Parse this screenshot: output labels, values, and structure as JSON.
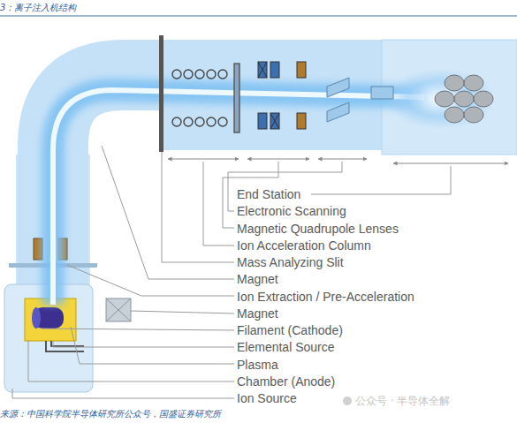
{
  "diagram": {
    "title": "3：离子注入机结构",
    "caption": "来源：中国科学院半导体研究所公众号，国盛证券研究所",
    "labels": [
      "End Station",
      "Electronic Scanning",
      "Magnetic Quadrupole Lenses",
      "Ion Acceleration Column",
      "Mass Analyzing Slit",
      "Magnet",
      "Ion Extraction / Pre-Acceleration",
      "Magnet",
      "Filament (Cathode)",
      "Elemental Source",
      "Plasma",
      "Chamber (Anode)",
      "Ion Source",
      "公众号 · 半导体全解"
    ]
  }
}
